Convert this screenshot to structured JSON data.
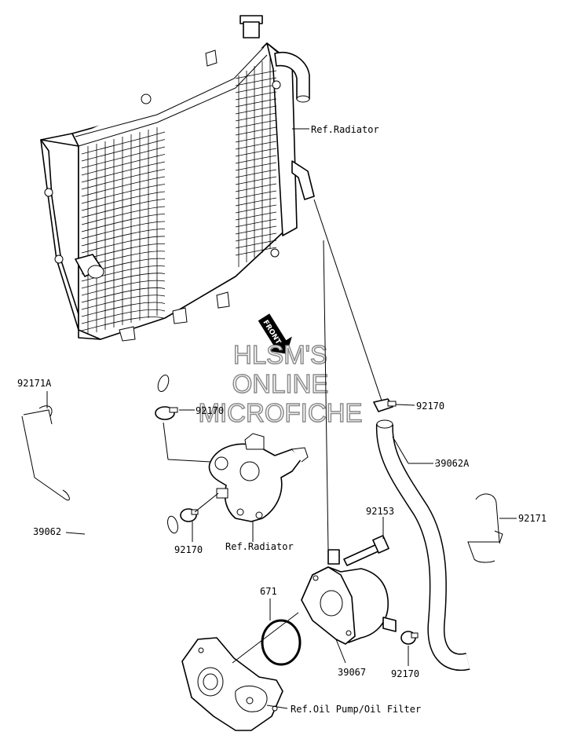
{
  "labels": {
    "ref_radiator_top": "Ref.Radiator",
    "ref_radiator_mid": "Ref.Radiator",
    "ref_oil_pump": "Ref.Oil Pump/Oil Filter",
    "p92171A": "92171A",
    "p92171": "92171",
    "p39062": "39062",
    "p39062A": "39062A",
    "p92170_a": "92170",
    "p92170_b": "92170",
    "p92170_c": "92170",
    "p92170_d": "92170",
    "p92153": "92153",
    "p671": "671",
    "p39067": "39067"
  },
  "front_marker": "FRONT",
  "watermark": {
    "line1": "HLSM'S",
    "line2": "ONLINE",
    "line3": "MICROFICHE"
  }
}
